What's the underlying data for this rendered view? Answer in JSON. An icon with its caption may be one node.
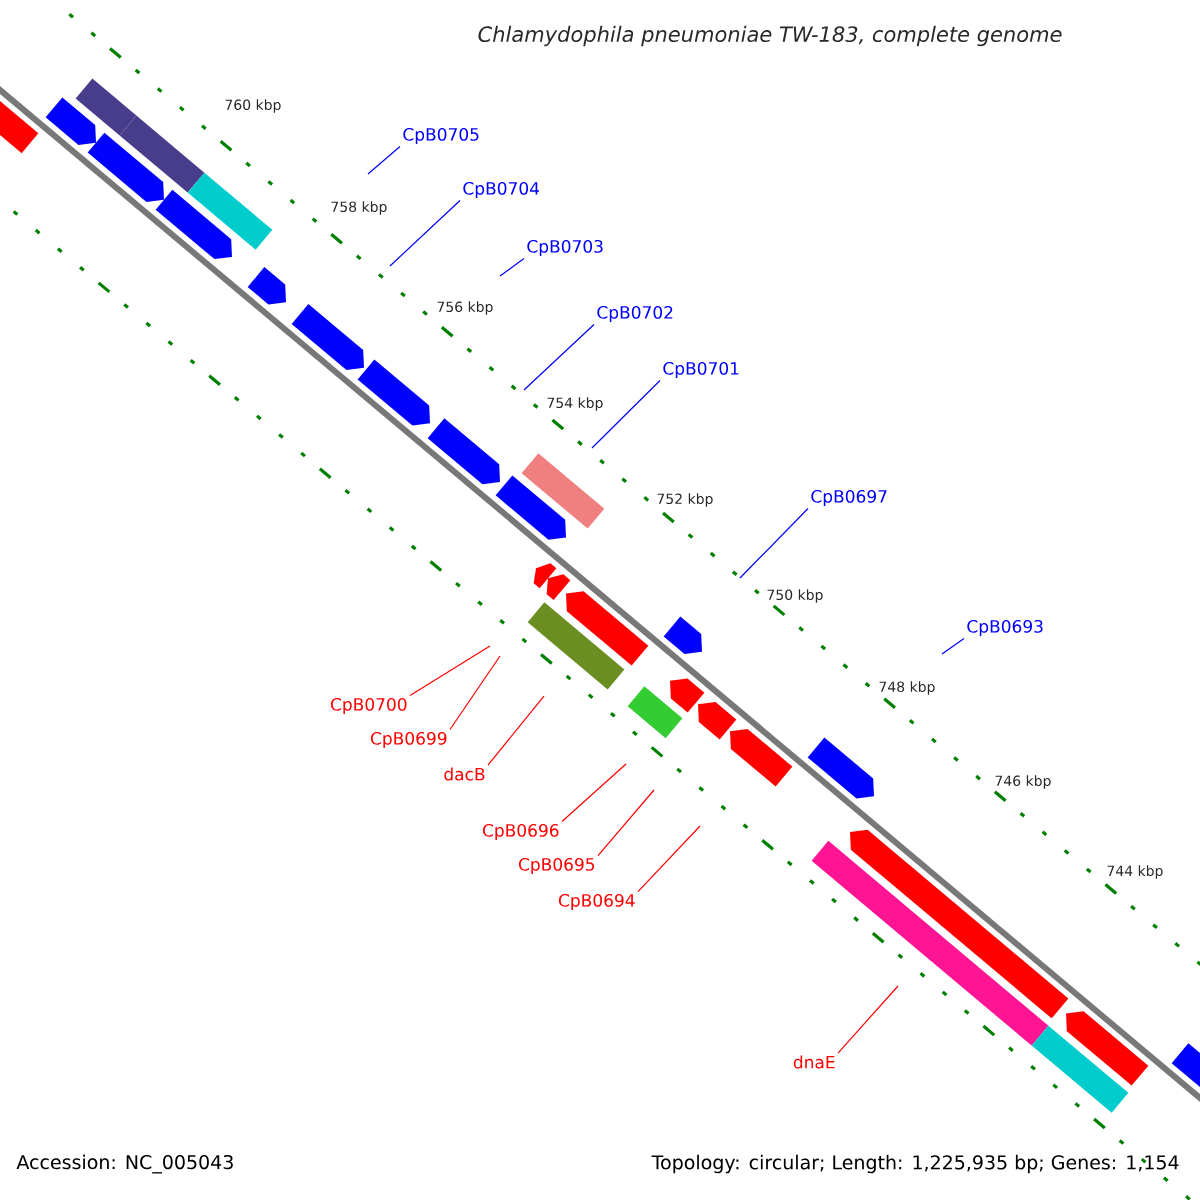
{
  "diagram": {
    "title": "Chlamydophila pneumoniae TW-183, complete genome",
    "nodes": [
      {
        "text": [
          "CpB0705"
        ]
      },
      {
        "text": [
          "CpB0704"
        ]
      },
      {
        "text": [
          "CpB0703"
        ]
      },
      {
        "text": [
          "CpB0702"
        ]
      },
      {
        "text": [
          "CpB0701"
        ]
      },
      {
        "text": [
          "CpB0697"
        ]
      },
      {
        "text": [
          "CpB0693"
        ]
      },
      {
        "text": [
          "CpB0700"
        ]
      },
      {
        "text": [
          "CpB0699"
        ]
      },
      {
        "text": [
          "dacB"
        ]
      },
      {
        "text": [
          "CpB0696"
        ]
      },
      {
        "text": [
          "CpB0695"
        ]
      },
      {
        "text": [
          "CpB0694"
        ]
      },
      {
        "text": [
          "dnaE"
        ]
      }
    ],
    "edges": [
      {
        "from": 0,
        "to": null,
        "arrow": "none"
      },
      {
        "from": 1,
        "to": null,
        "arrow": "none"
      },
      {
        "from": 2,
        "to": null,
        "arrow": "none"
      },
      {
        "from": 3,
        "to": null,
        "arrow": "none"
      },
      {
        "from": 4,
        "to": null,
        "arrow": "none"
      },
      {
        "from": 5,
        "to": null,
        "arrow": "none"
      },
      {
        "from": 6,
        "to": null,
        "arrow": "none"
      },
      {
        "from": 7,
        "to": null,
        "arrow": "none",
        "color": "#ff0000"
      },
      {
        "from": 8,
        "to": null,
        "arrow": "none",
        "color": "#ff0000"
      },
      {
        "from": 9,
        "to": null,
        "arrow": "none",
        "color": "#ff0000"
      },
      {
        "from": 10,
        "to": null,
        "arrow": "none",
        "color": "#ff0000"
      },
      {
        "from": 11,
        "to": null,
        "arrow": "none",
        "color": "#ff0000"
      },
      {
        "from": 12,
        "to": null,
        "arrow": "none",
        "color": "#ff0000"
      },
      {
        "from": 13,
        "to": null,
        "arrow": "none",
        "color": "#ff0000"
      }
    ],
    "labels": [
      "760 kbp",
      "758 kbp",
      "756 kbp",
      "754 kbp",
      "752 kbp",
      "750 kbp",
      "748 kbp",
      "746 kbp",
      "744 kbp",
      "Accession: NC_005043",
      "Topology: circular; Length: 1,225,935 bp; Genes: 1,154"
    ]
  }
}
